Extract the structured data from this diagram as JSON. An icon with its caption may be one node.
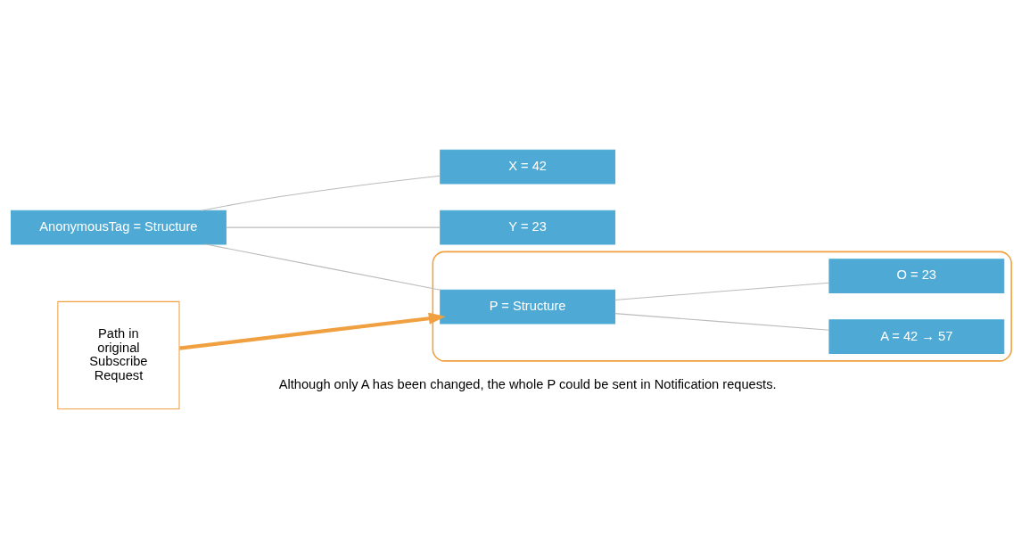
{
  "diagram": {
    "nodes": [
      {
        "text": [
          "AnonymousTag = Structure"
        ]
      },
      {
        "text": [
          "Path in original Subscribe Request"
        ]
      },
      {
        "text": [
          "X = 42"
        ]
      },
      {
        "text": [
          "Y = 23"
        ]
      },
      {
        "text": [],
        "shape": "ellipse"
      },
      {
        "text": [
          "P = Structure"
        ],
        "in": 4
      },
      {
        "text": [
          "A = 42 → 57"
        ],
        "in": 4
      },
      {
        "text": [
          "O = 23"
        ],
        "in": 4
      }
    ],
    "edges": [
      {
        "from": 0,
        "to": 2,
        "arrow": "none"
      },
      {
        "from": 0,
        "to": 3,
        "arrow": "none"
      },
      {
        "from": 0,
        "to": 5,
        "arrow": "none"
      },
      {
        "from": 1,
        "to": 5,
        "arrow": "to",
        "style": "thick",
        "color": "#f0a040"
      },
      {
        "from": 5,
        "to": 6,
        "arrow": "none"
      },
      {
        "from": 5,
        "to": 7,
        "arrow": "none"
      }
    ],
    "labels": [
      "Although only A has been changed, the whole P could be sent in Notification requests."
    ]
  }
}
